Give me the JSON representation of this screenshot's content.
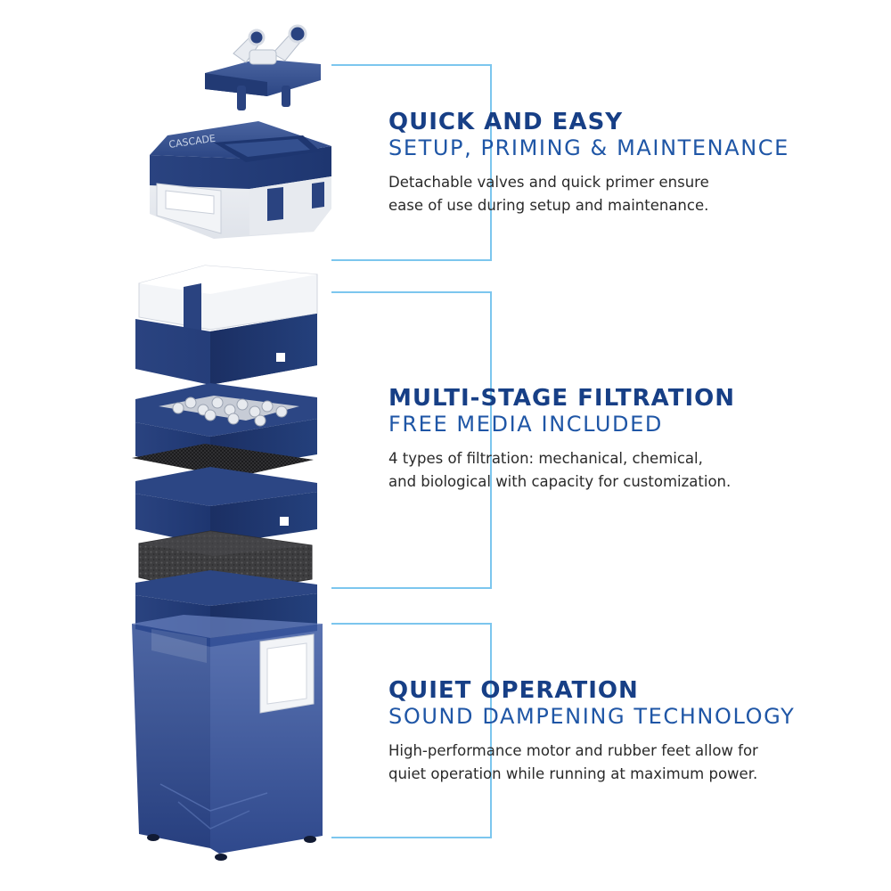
{
  "brand": {
    "accent_color": "#1b3d7a",
    "highlight_color": "#1f56a6",
    "line_color": "#7cc6ee"
  },
  "product": {
    "name": "canister-filter-exploded-view",
    "lid_logo": "CASCADE"
  },
  "features": [
    {
      "title": "QUICK AND EASY",
      "subtitle": "SETUP, PRIMING & MAINTENANCE",
      "line1": "Detachable valves and quick primer ensure",
      "line2": "ease of use during setup and maintenance."
    },
    {
      "title": "MULTI-STAGE FILTRATION",
      "subtitle": "FREE MEDIA INCLUDED",
      "line1": "4 types of filtration: mechanical, chemical,",
      "line2": "and biological with capacity for customization."
    },
    {
      "title": "QUIET OPERATION",
      "subtitle": "SOUND DAMPENING TECHNOLOGY",
      "line1": "High-performance motor and rubber feet allow for",
      "line2": "quiet operation while running at maximum power."
    }
  ]
}
